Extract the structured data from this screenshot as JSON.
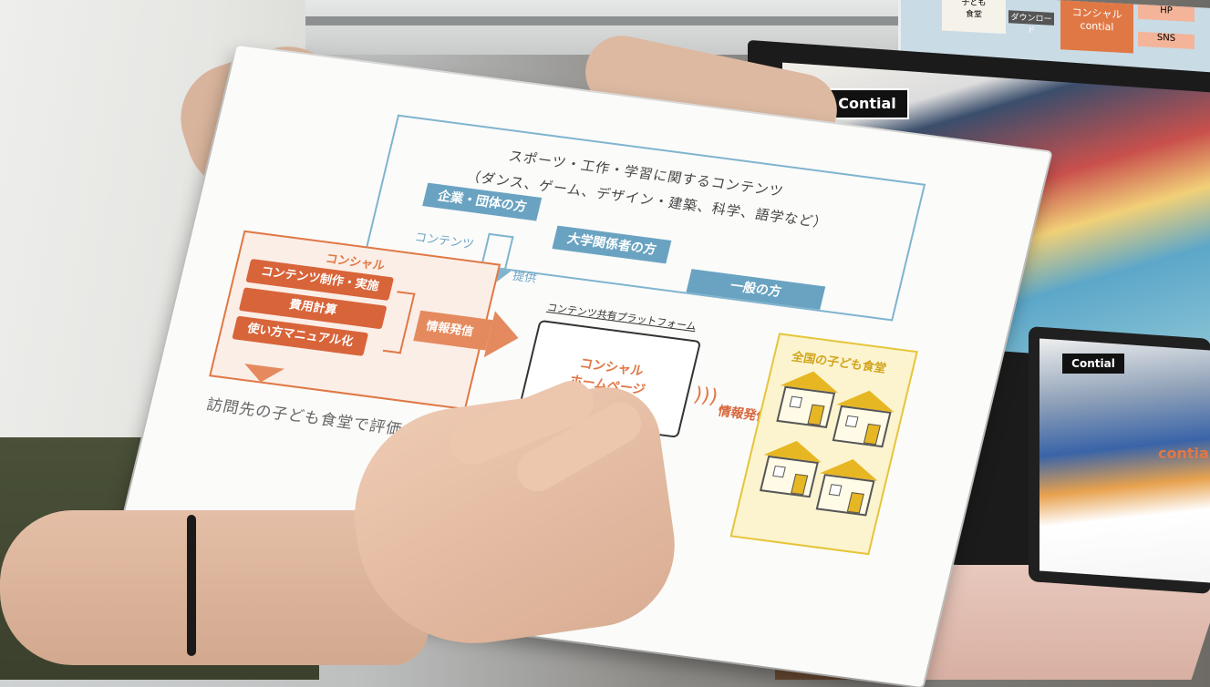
{
  "background": {
    "poster_texts": [
      "子ども",
      "食堂",
      "ダウンロード",
      "コンシャル",
      "contial",
      "HP",
      "SNS"
    ],
    "monitor_logo": "Contial",
    "laptop_logo": "Contial",
    "laptop_brand": "contial"
  },
  "board": {
    "top_line1": "スポーツ・工作・学習に関するコンテンツ",
    "top_line2": "（ダンス、ゲーム、デザイン・建築、科学、語学など）",
    "pill1": "企業・団体の方",
    "pill2": "大学関係者の方",
    "pill3": "一般の方",
    "contents_label": "コンテンツ",
    "provide_label": "提供",
    "consial_title": "コンシャル",
    "btn1": "コンテンツ制作・実施",
    "btn2": "費用計算",
    "btn3": "使い方マニュアル化",
    "info_send1": "情報発信",
    "platform_label": "コンテンツ共有プラットフォーム",
    "monitor_line1": "コンシャル",
    "monitor_line2": "ホームページ",
    "info_send2": "情報発信",
    "eval_text": "訪問先の子ども食堂で評価",
    "yellow_title": "全国の子ども食堂"
  },
  "colors": {
    "blue": "#7fb4cf",
    "orange": "#e07845",
    "yellow": "#e6c53a"
  }
}
